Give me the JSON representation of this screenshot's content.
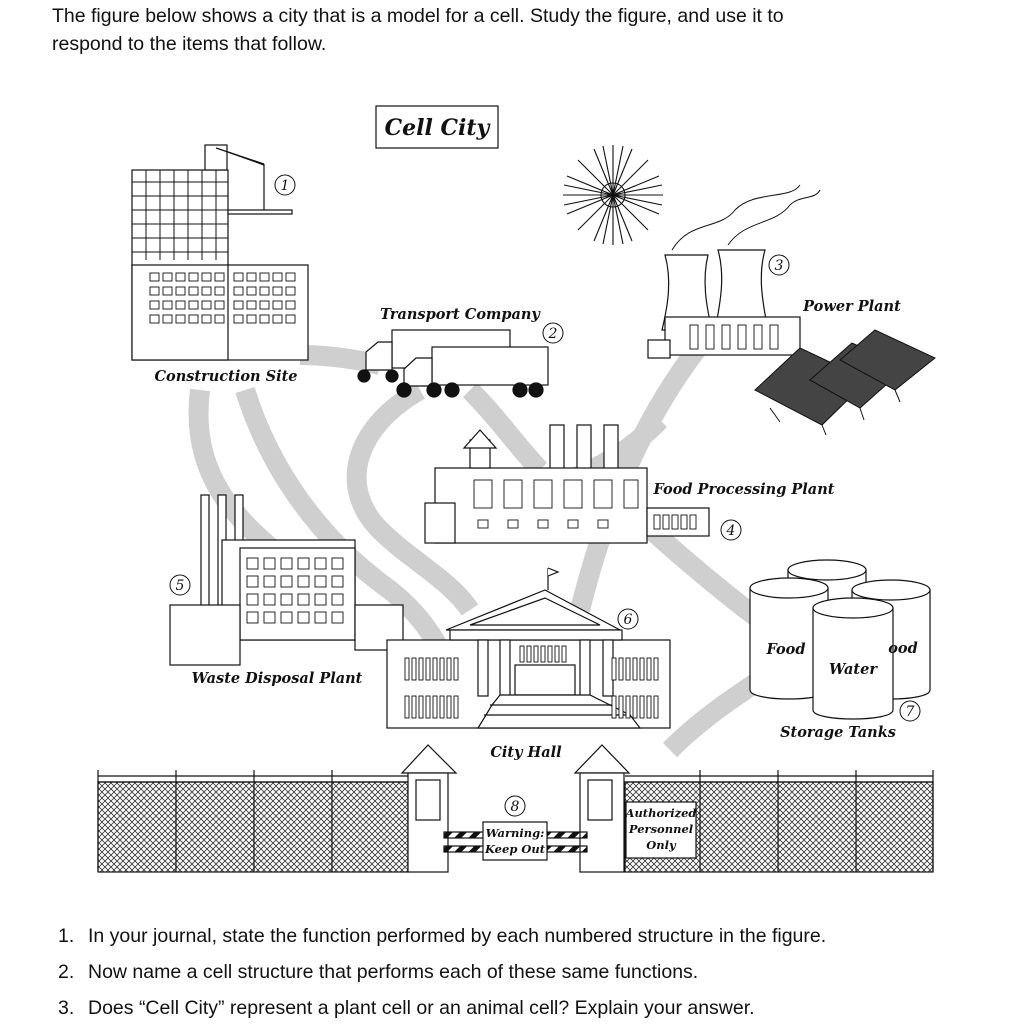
{
  "intro": {
    "line1": "The figure below shows a city that is a model for a cell. Study the figure, and use it to",
    "line2": "respond to the items that follow."
  },
  "figure": {
    "title": "Cell City",
    "labels": {
      "construction_site": "Construction Site",
      "transport_company": "Transport Company",
      "power_plant": "Power Plant",
      "food_processing_plant": "Food Processing Plant",
      "waste_disposal_plant": "Waste Disposal Plant",
      "city_hall": "City Hall",
      "storage_tanks": "Storage Tanks",
      "tank_food_left": "Food",
      "tank_water": "Water",
      "tank_food_right": "ood"
    },
    "numbers": [
      "1",
      "2",
      "3",
      "4",
      "5",
      "6",
      "7",
      "8"
    ],
    "gate_signs": {
      "warning_line1": "Warning:",
      "warning_line2": "Keep Out",
      "authorized_line1": "Authorized",
      "authorized_line2": "Personnel",
      "authorized_line3": "Only"
    }
  },
  "questions": [
    {
      "number": "1.",
      "text": "In your journal, state the function performed by each numbered structure in the figure."
    },
    {
      "number": "2.",
      "text": "Now name a cell structure that performs each of these same functions."
    },
    {
      "number": "3.",
      "text": "Does “Cell City” represent a plant cell or an animal cell? Explain your answer."
    }
  ]
}
